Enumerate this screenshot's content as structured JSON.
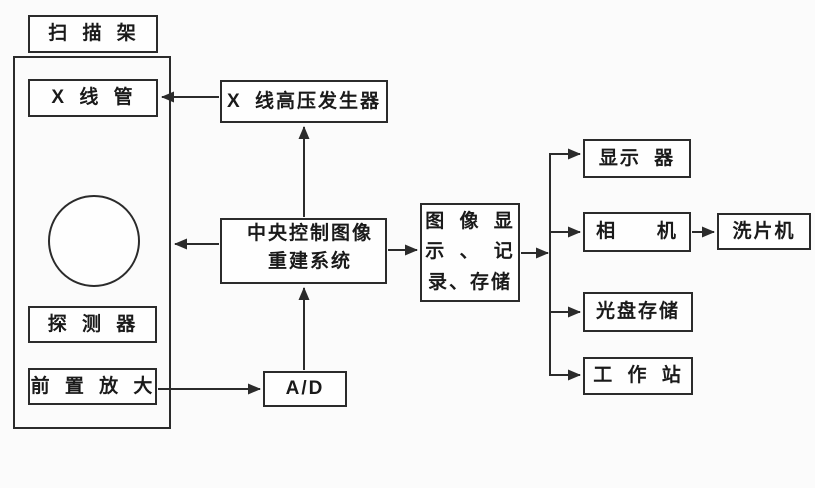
{
  "diagram": {
    "background": "#fbfbfb",
    "line_color": "#2b2b2b",
    "box_fill": "#fefefe",
    "nodes": {
      "gantry": "扫 描 架",
      "xray_tube": "X 线 管",
      "detector": "探 测 器",
      "preamplifier": "前 置 放 大",
      "hv_generator": "X 线高压发生器",
      "central_control_line1": "中央控制图像",
      "central_control_line2": "重建系统",
      "ad_converter": "A/D",
      "image_display_line1": "图 像 显",
      "image_display_line2": "示 、 记",
      "image_display_line3": "录、存储",
      "monitor": "显示 器",
      "camera": "相   机",
      "film_processor": "洗片机",
      "disc_storage": "光盘存储",
      "workstation": "工 作 站"
    }
  }
}
